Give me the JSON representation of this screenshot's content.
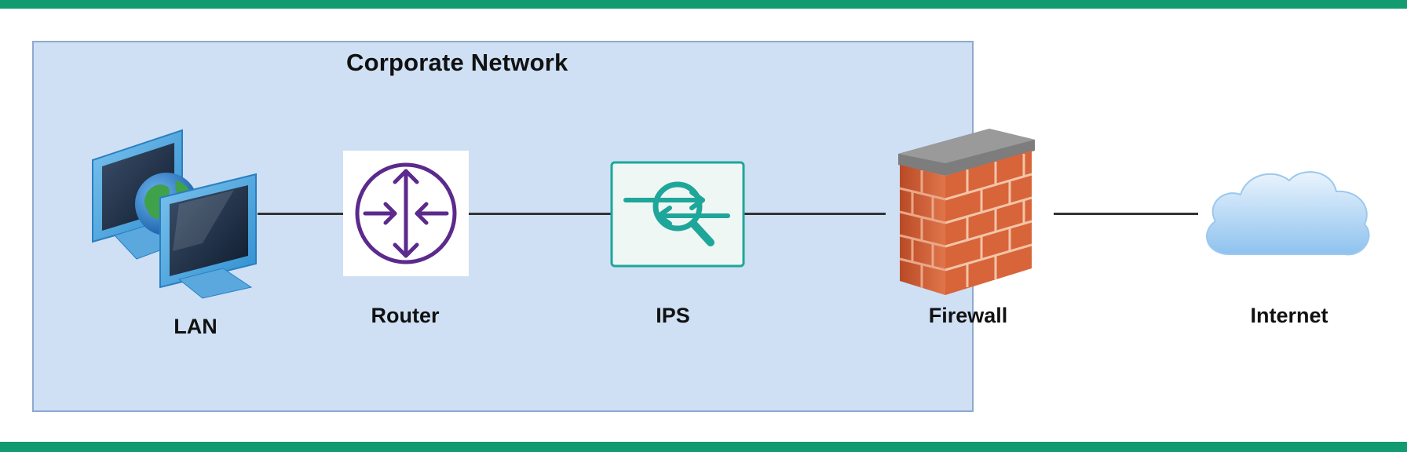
{
  "diagram": {
    "zone": {
      "title": "Corporate Network"
    },
    "nodes": [
      {
        "id": "lan",
        "label": "LAN",
        "icon": "lan-computers-icon"
      },
      {
        "id": "router",
        "label": "Router",
        "icon": "router-icon"
      },
      {
        "id": "ips",
        "label": "IPS",
        "icon": "ips-inspection-icon"
      },
      {
        "id": "firewall",
        "label": "Firewall",
        "icon": "firewall-brick-icon"
      },
      {
        "id": "internet",
        "label": "Internet",
        "icon": "cloud-icon"
      }
    ],
    "links": [
      {
        "from": "lan",
        "to": "router"
      },
      {
        "from": "router",
        "to": "ips"
      },
      {
        "from": "ips",
        "to": "firewall"
      },
      {
        "from": "firewall",
        "to": "internet"
      }
    ],
    "colors": {
      "accent_bar": "#129a70",
      "zone_fill": "#cfe0f5",
      "router_purple": "#5b2a8c",
      "ips_teal": "#1fa69a",
      "firewall_brick": "#d8643a"
    }
  }
}
